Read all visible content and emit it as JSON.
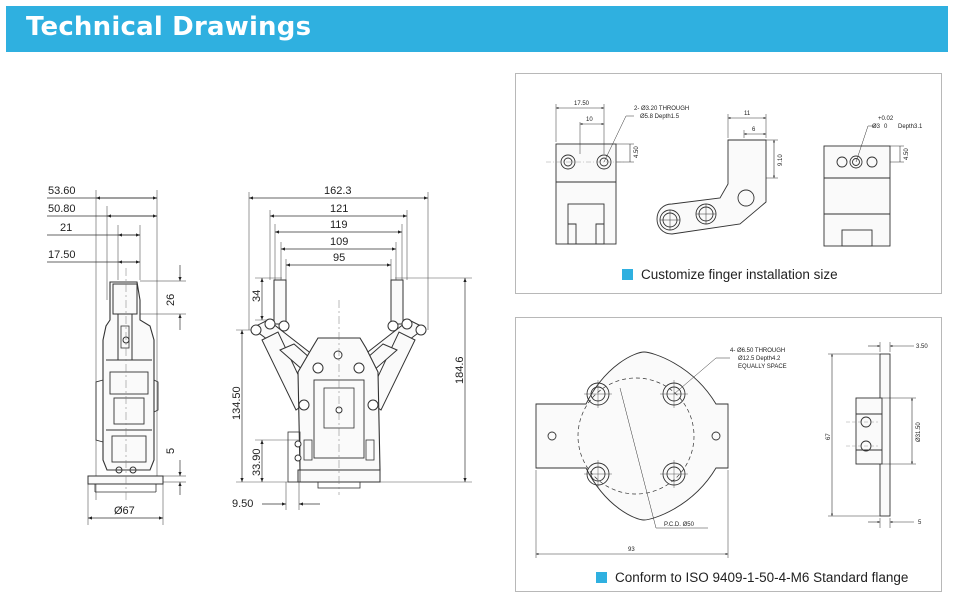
{
  "header": {
    "title": "Technical Drawings",
    "banner_color": "#2fb0e0"
  },
  "side_view": {
    "dims": {
      "d5360": "53.60",
      "d5080": "50.80",
      "d21": "21",
      "d1750": "17.50",
      "d26": "26",
      "d5": "5",
      "dia67": "Ø67"
    }
  },
  "front_view": {
    "dims": {
      "d1623": "162.3",
      "d121": "121",
      "d119": "119",
      "d109": "109",
      "d95": "95",
      "d34": "34",
      "d1346": "184.6",
      "d13450": "134.50",
      "d3390": "33.90",
      "d950": "9.50"
    }
  },
  "finger_panel": {
    "caption": "Customize finger installation size",
    "accent_color": "#2fb0e0",
    "dims": {
      "d1750": "17.50",
      "d10": "10",
      "through1": "2- Ø3.20 THROUGH",
      "through2": "Ø5.8 Depth1.5",
      "d450a": "4.50",
      "d11": "11",
      "d6": "6",
      "d910": "9.10",
      "tol": "+0.02",
      "d3": "Ø3",
      "d0": "0",
      "depth": "Depth3.1",
      "d450b": "4.50"
    }
  },
  "flange_panel": {
    "caption": "Conform to ISO 9409-1-50-4-M6 Standard flange",
    "accent_color": "#2fb0e0",
    "dims": {
      "hole1": "4- Ø6.50 THROUGH",
      "hole2": "Ø12.5 Depth4.2",
      "hole3": "EQUALLY SPACE",
      "pcd": "P.C.D. Ø50",
      "d93": "93",
      "d350": "3.50",
      "d67": "67",
      "d3150": "Ø31.50",
      "d5": "5"
    }
  }
}
